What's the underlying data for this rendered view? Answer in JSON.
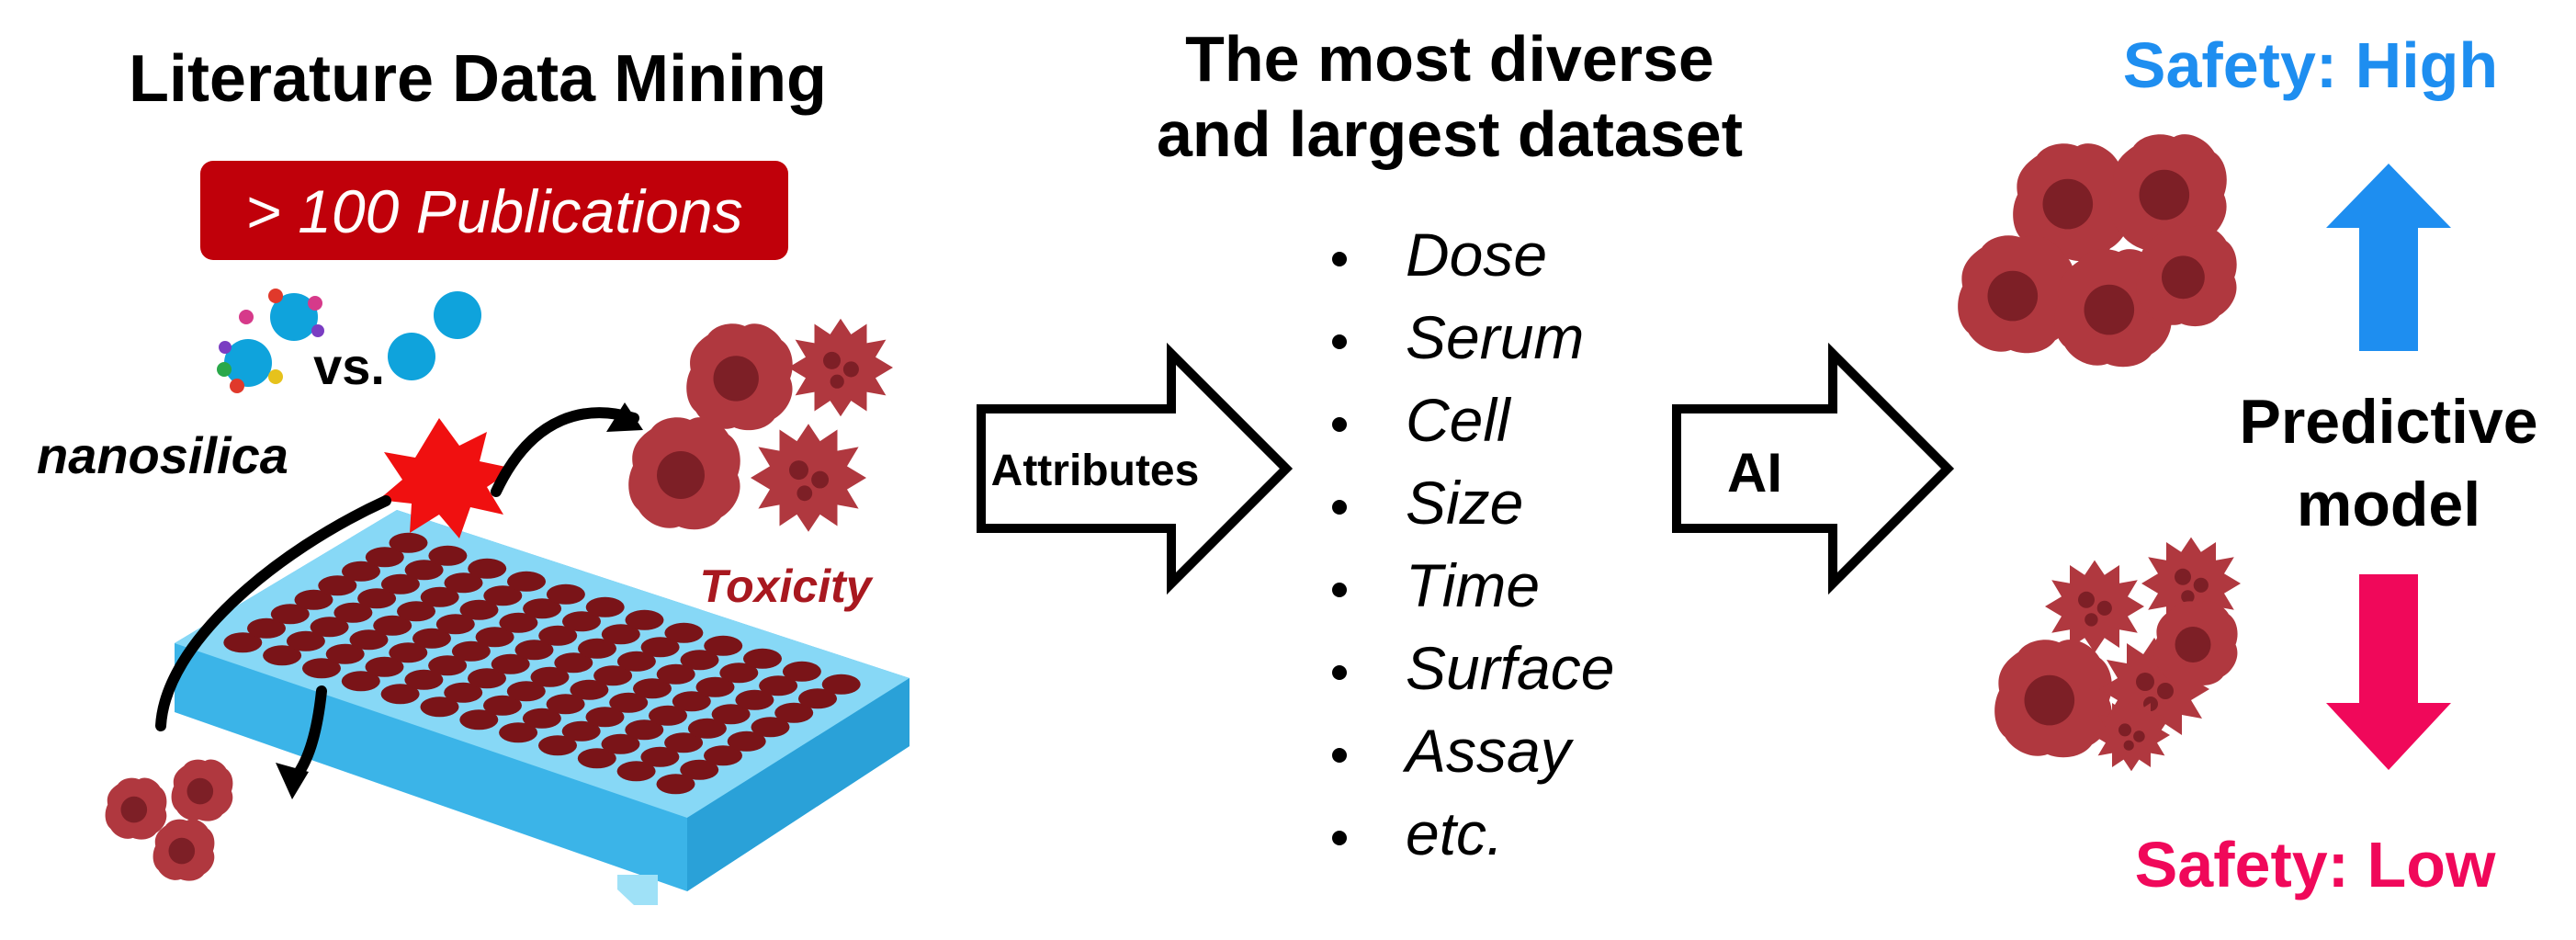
{
  "left_panel": {
    "title": "Literature Data Mining",
    "publications_badge": "> 100 Publications",
    "vs_label": "vs.",
    "nanosilica_label": "nanosilica",
    "toxicity_label": "Toxicity"
  },
  "middle_panel": {
    "attributes_arrow_label": "Attributes",
    "dataset_title_line1": "The most diverse",
    "dataset_title_line2": "and largest dataset",
    "attributes": [
      "Dose",
      "Serum",
      "Cell",
      "Size",
      "Time",
      "Surface",
      "Assay",
      "etc."
    ],
    "ai_arrow_label": "AI"
  },
  "right_panel": {
    "safety_high_label": "Safety: High",
    "safety_low_label": "Safety: Low",
    "model_label_line1": "Predictive",
    "model_label_line2": "model"
  },
  "colors": {
    "badge_red": "#c0000a",
    "cell_red": "#b0383f",
    "cell_nucleus": "#7d1f26",
    "well_fill": "#7a1418",
    "plate_top": "#87d8f6",
    "plate_side": "#3bb4e8",
    "toxicity_text": "#a8181f",
    "safety_high": "#1e8ef0",
    "safety_low": "#f0085a",
    "burst": "#f01010"
  }
}
